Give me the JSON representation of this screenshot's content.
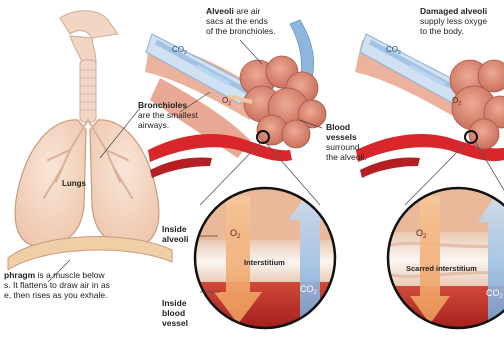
{
  "labels": {
    "lungs": "Lungs",
    "diaphragm_title": "phragm",
    "diaphragm_line1": " is a muscle below",
    "diaphragm_line2": "s. It flattens to draw air in as",
    "diaphragm_line3": "e, then rises as you exhale.",
    "bronchioles_title": "Bronchioles",
    "bronchioles_line1": "are the smallest",
    "bronchioles_line2": "airways.",
    "alveoli_title": "Alveoli",
    "alveoli_line1": " are air",
    "alveoli_line2": "sacs at the ends",
    "alveoli_line3": "of the bronchioles.",
    "blood_title_1": "Blood",
    "blood_title_2": "vessels",
    "blood_line1": "surround",
    "blood_line2": "the alveoli.",
    "damaged_title": "Damaged alveoli",
    "damaged_line1": "supply less oxyge",
    "damaged_line2": "to the body.",
    "inside_alveoli_1": "Inside",
    "inside_alveoli_2": "alveoli",
    "inside_vessel_1": "Inside",
    "inside_vessel_2": "blood",
    "inside_vessel_3": "vessel",
    "interstitium": "Interstitium",
    "scarred_interstitium": "Scarred interstitium",
    "o2": "O",
    "co2": "CO",
    "sub2": "2"
  },
  "colors": {
    "lung_fill": "#f4d9c6",
    "lung_outline": "#c99a80",
    "trachea": "#f0d7c8",
    "tissue_pink": "#e8a48c",
    "alveoli_fill": "#d98a78",
    "bronchiole_blue": "#9ec3e6",
    "vessel_red": "#d8262a",
    "o2_arrow": "#f2b27a",
    "co2_arrow": "#8fb7de",
    "interstitium": "#f6eee6"
  }
}
